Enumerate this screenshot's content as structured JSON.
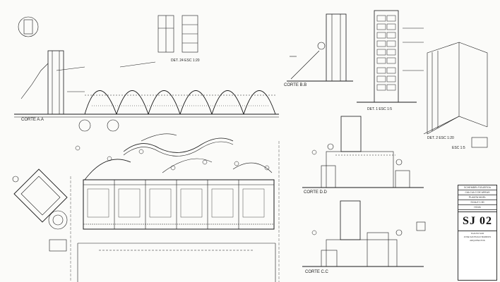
{
  "sheet": {
    "code": "SJ 02",
    "title_rows": [
      "SCHEMBRI-FIGUEROA",
      "CALCULO DE AREAS",
      "PLANTA NIVEL",
      "SCALE 1:50",
      "HOJA"
    ],
    "footer_lines": [
      "PLANTA SUR",
      "JOSE SANTIAGO BARRIOS",
      "ARQUITECTOS"
    ]
  },
  "labels": {
    "corte_aa": "CORTE A.A",
    "corte_bb": "CORTE B.B",
    "corte_cc": "CORTE C.C",
    "corte_dd": "CORTE D.D",
    "det_24": "DET. 24  ESC 1:20",
    "det_1": "DET. 1  ESC 1:5",
    "det_2": "DET. 2  ESC 1:20",
    "esc_15": "ESC 1:5"
  },
  "colors": {
    "ink": "#1a1a1a",
    "paper": "#fbfbf9"
  }
}
